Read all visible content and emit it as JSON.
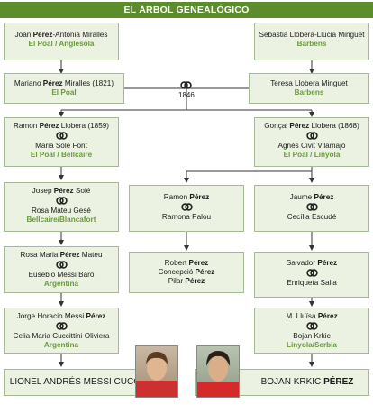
{
  "title": "EL ÀRBOL GENEALÓGICO",
  "marriage_year": "1846",
  "colors": {
    "accent": "#5b8d2c",
    "box_bg": "#ebf2e1",
    "place": "#6a9a3c"
  },
  "boxes": {
    "b1": {
      "pre": "Joan ",
      "bold": "Pérez",
      "post": "-Antònia Miralles",
      "place": "El Poal / Anglesola"
    },
    "b2": {
      "line": "Sebastià Llobera-Llúcia Minguet",
      "place": "Barbens"
    },
    "b3": {
      "pre": "Mariano ",
      "bold": "Pérez",
      "post": " Miralles (1821)",
      "place": "El Poal"
    },
    "b4": {
      "line": "Teresa Llobera Minguet",
      "place": "Barbens"
    },
    "b5": {
      "pre": "Ramon ",
      "bold": "Pérez",
      "post": " Llobera (1859)",
      "spouse": "Maria Solé Font",
      "place": "El Poal / Bellcaire"
    },
    "b6": {
      "pre": "Gonçal ",
      "bold": "Pérez",
      "post": " Llobera (1868)",
      "spouse": "Agnès Civit Vilamajó",
      "place": "El Poal / Linyola"
    },
    "b7": {
      "pre": "Josep ",
      "bold": "Pérez",
      "post": " Solé",
      "spouse": "Rosa Mateu Gesé",
      "place": "Bellcaire/Blancafort"
    },
    "b8": {
      "pre": "Ramon ",
      "bold": "Pérez",
      "post": "",
      "spouse": "Ramona Palou"
    },
    "b9": {
      "pre": "Jaume ",
      "bold": "Pérez",
      "post": "",
      "spouse": "Cecília Escudé"
    },
    "b10": {
      "pre": "Rosa Maria ",
      "bold": "Pérez",
      "post": " Mateu",
      "spouse": "Eusebio Messi Baró",
      "place": "Argentina"
    },
    "b11": {
      "l1pre": "Robert ",
      "l1bold": "Pérez",
      "l2pre": "Concepció ",
      "l2bold": "Pérez",
      "l3pre": "Pilar ",
      "l3bold": "Pérez"
    },
    "b12": {
      "pre": "Salvador ",
      "bold": "Pérez",
      "post": "",
      "spouse": "Enriqueta Salla"
    },
    "b13": {
      "pre": "Jorge Horacio Messi ",
      "bold": "Pérez",
      "post": "",
      "spouse": "Celia Maria Cuccittini Oliviera",
      "place": "Argentina"
    },
    "b14": {
      "pre": "M. Lluïsa ",
      "bold": "Pérez",
      "post": "",
      "spouse": "Bojan Krkic",
      "place": "Linyola/Serbia"
    }
  },
  "final": {
    "messi": "LIONEL ANDRÉS MESSI CUCCITTINI",
    "bojan_pre": "BOJAN KRKIC ",
    "bojan_bold": "PÉREZ"
  }
}
